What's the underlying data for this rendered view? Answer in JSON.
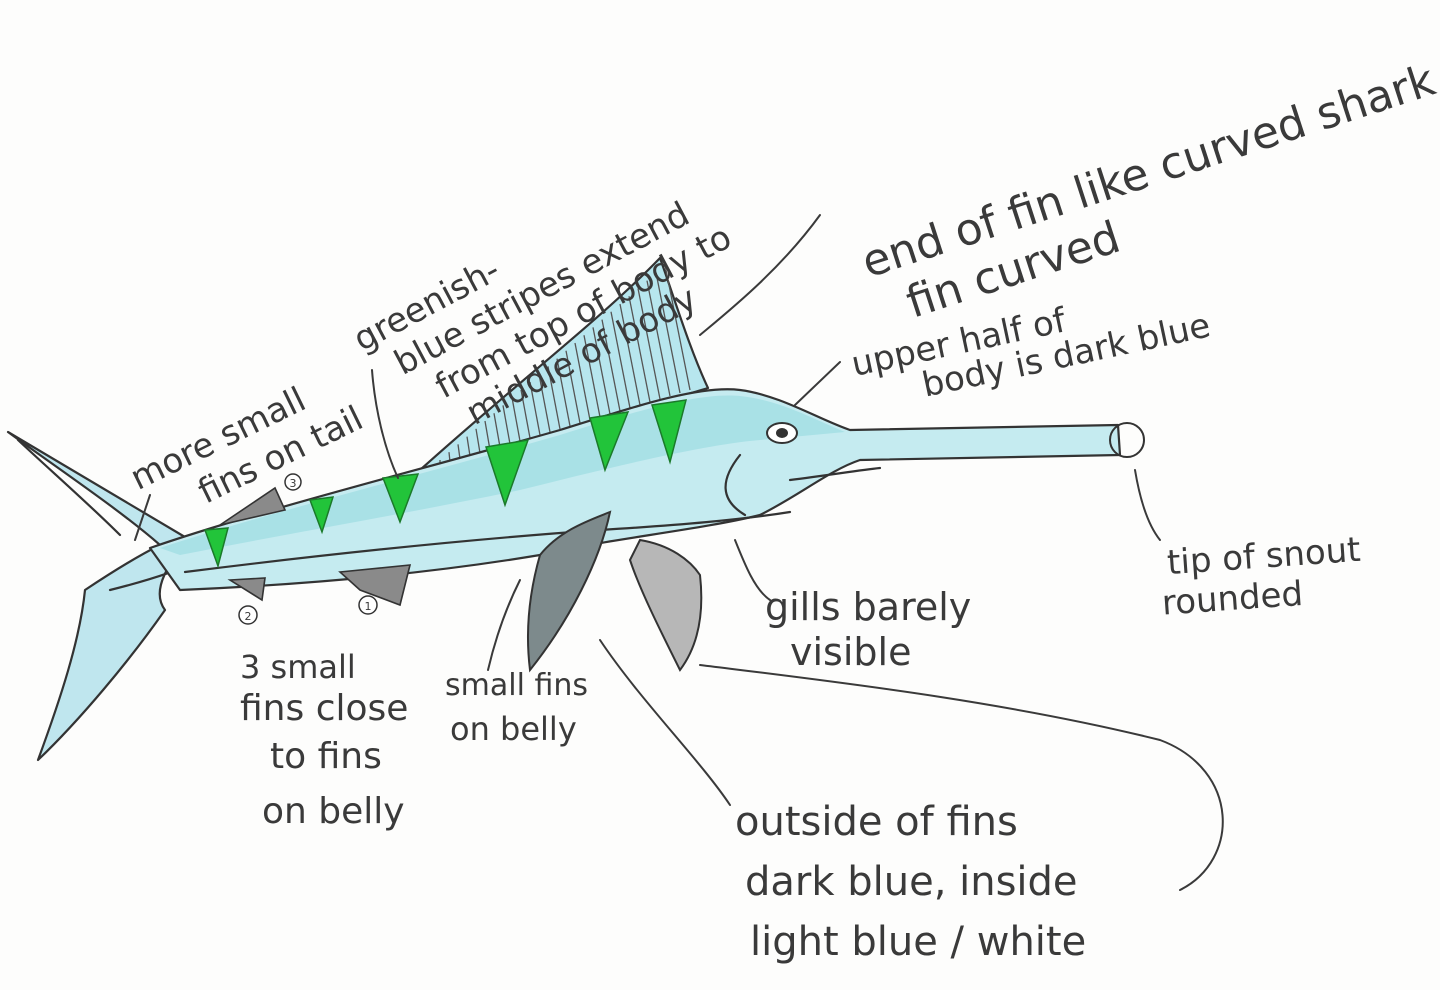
{
  "colors": {
    "body_light": "#c9ecf0",
    "body_blue": "#9fdde3",
    "stripe_green": "#22c43a",
    "ink": "#333333",
    "paper": "#fdfdfc"
  },
  "labels": {
    "more_small_fins": [
      "more small",
      "fins on tail"
    ],
    "greenish_stripes": [
      "greenish-",
      "blue stripes extend",
      "from top of body to",
      "middle of body"
    ],
    "end_of_fin": [
      "end of fin like curved shark",
      "fin curved"
    ],
    "upper_half": [
      "upper half of",
      "body is dark blue"
    ],
    "tip_of_snout": [
      "tip of snout",
      "rounded"
    ],
    "gills": [
      "gills barely",
      "visible"
    ],
    "small_fins_close": [
      "3 small",
      "fins close",
      "to fins",
      "on belly"
    ],
    "small_fins_belly": [
      "small fins",
      "on belly"
    ],
    "outside_fins": [
      "outside of fins",
      "dark blue, inside",
      "light blue / white"
    ]
  },
  "fin_markers": [
    "3",
    "1",
    "2"
  ]
}
